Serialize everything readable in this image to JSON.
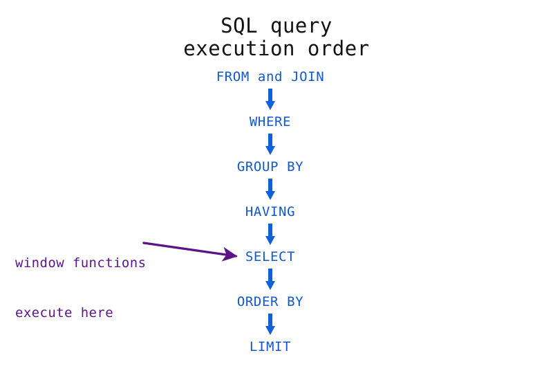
{
  "figure": {
    "background_color": "#ffffff",
    "title": {
      "line1": "SQL query",
      "line2": "execution order",
      "color": "#111111"
    },
    "colors": {
      "step_text": "#1057d0",
      "arrow": "#1060d8",
      "annotation": "#5b1488"
    },
    "flow": {
      "type": "vertical-flowchart",
      "connector_icon": "down-arrow-icon",
      "steps": [
        {
          "label": "FROM and JOIN"
        },
        {
          "label": "WHERE"
        },
        {
          "label": "GROUP BY"
        },
        {
          "label": "HAVING"
        },
        {
          "label": "SELECT"
        },
        {
          "label": "ORDER BY"
        },
        {
          "label": "LIMIT"
        }
      ]
    },
    "annotation": {
      "line1": "window functions",
      "line2": "execute here",
      "points_to": "SELECT",
      "arrow_icon": "annotation-arrow-icon"
    }
  }
}
